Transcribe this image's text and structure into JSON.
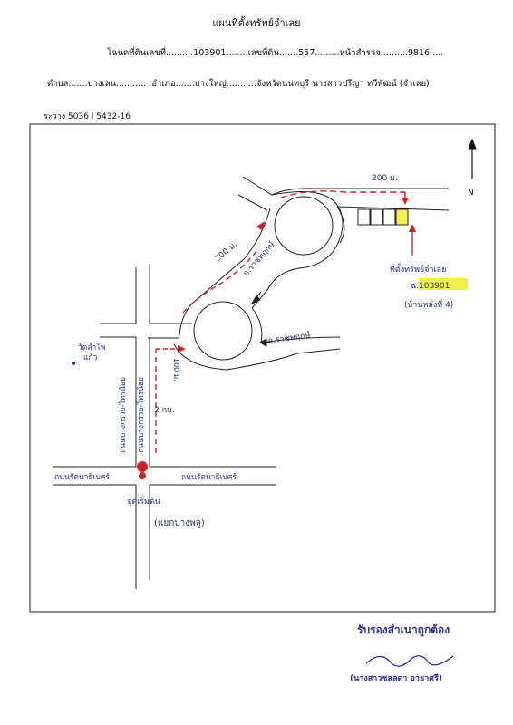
{
  "header": {
    "title": "แผนที่ตั้งทรัพย์จำเลย",
    "line1": "โฉนดที่ดินเลขที่..........103901........เลขที่ดิน.......557.........หน้าสำรวจ..........9816.....",
    "line2": "ตำบล.......บางเลน........... .อำเภอ.......บางใหญ่...........จังหวัดนนทบุรี  นางสาวปรีญา  ทวีพัฒน์ (จำเลย)",
    "scale": "ระวาง  5036 I 5432-16"
  },
  "map": {
    "north": "N",
    "dist_top": "200 ม.",
    "dist_diag": "200 ม.",
    "dist_vert": "100 ม.",
    "dist_km": "2 กม.",
    "road_diag": "ถ.ราชพฤกษ์",
    "road_curve": "ถ.ราชพฤกษ์",
    "temple": "วัดลำโพ\nแก้ว",
    "road_v1": "ถนนบางกรวย-ไทรน้อย",
    "road_v2": "ถนนบางกรวย-ไทรน้อย",
    "road_h1": "ถนนรัตนาธิเบศร์",
    "road_h2": "ถนนรัตนาธิเบศร์",
    "start": "จุดเริ่มต้น",
    "start_sub": "(แยกบางพลู)",
    "property_label": "ที่ตั้งทรัพย์จำเลย",
    "property_no": "ฉ.103901",
    "property_sub": "(บ้านหลังที่ 4)"
  },
  "footer": {
    "certified": "รับรองสำเนาถูกต้อง",
    "name": "(นางสาวชลลดา  อายาศรี)"
  },
  "colors": {
    "route": "#d42020",
    "ink": "#1f2f8a",
    "stamp": "#2a2f9a",
    "highlight": "#f3ee4a"
  }
}
